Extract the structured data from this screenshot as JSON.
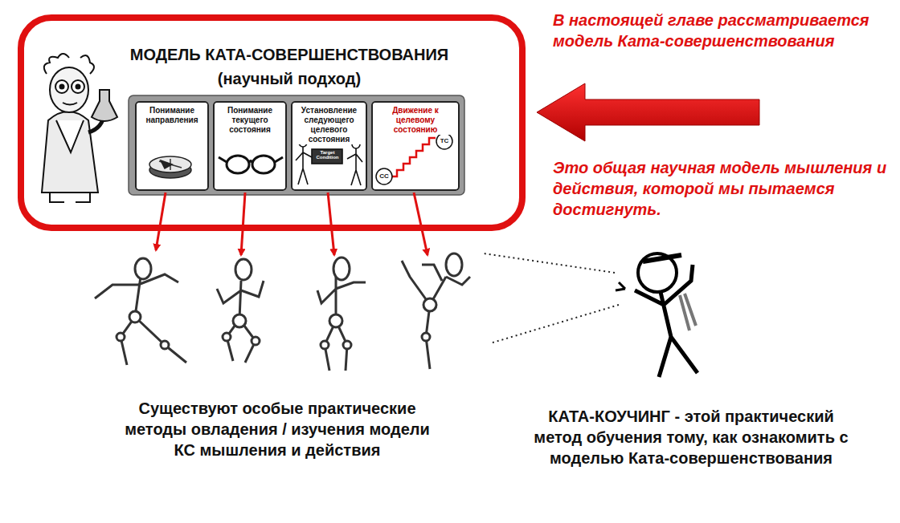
{
  "diagram": {
    "nodes": [
      {
        "text": [
          "МОДЕЛЬ КАТА-СОВЕРШЕНСТВОВАНИЯ",
          "(научный подход)"
        ]
      },
      {
        "text": [
          "Понимание направления"
        ],
        "in": 0
      },
      {
        "text": [
          "Понимание текущего состояния"
        ],
        "in": 0
      },
      {
        "text": [
          "Установление следующего целевого состояния"
        ],
        "in": 0
      },
      {
        "text": [
          "Движение к целевому состоянию"
        ],
        "in": 0
      }
    ],
    "labels": [
      "В настоящей главе рассматривается модель Ката-совершенствования",
      "Это общая научная модель мышления и действия, которой мы пытаемся достигнуть.",
      "Target Condition",
      "СС",
      "ТС",
      "Существуют особые практические методы овладения / изучения модели КС мышления и действия",
      "КАТА-КОУЧИНГ - этой практический метод обучения тому, как ознакомить с моделью Ката-совершенствования"
    ]
  }
}
